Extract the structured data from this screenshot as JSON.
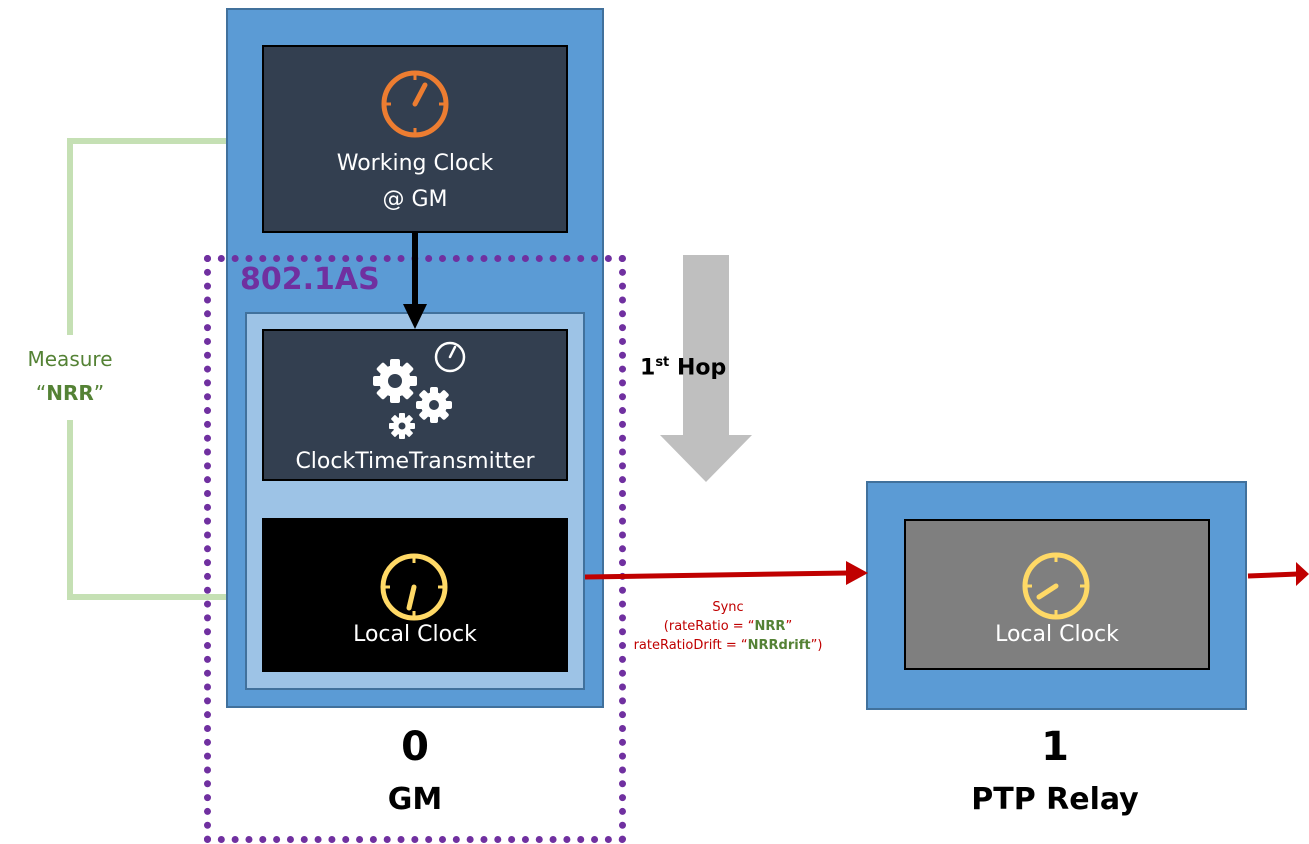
{
  "gm_node": {
    "working_clock": {
      "line1": "Working Clock",
      "line2": "@ GM"
    },
    "protocol_label": "802.1AS",
    "transmitter_label": "ClockTimeTransmitter",
    "local_clock_label": "Local Clock",
    "number": "0",
    "name": "GM"
  },
  "relay_node": {
    "local_clock_label": "Local Clock",
    "number": "1",
    "name": "PTP Relay"
  },
  "measure": {
    "line1": "Measure",
    "quote_open": "“",
    "nrr": "NRR",
    "quote_close": "”"
  },
  "hop": {
    "number": "1",
    "suffix": "st",
    "word": "Hop"
  },
  "sync": {
    "line1": "Sync",
    "line2_prefix": "(rateRatio = “",
    "line2_value": "NRR",
    "line2_suffix": "”",
    "line3_prefix": "rateRatioDrift = “",
    "line3_value": "NRRdrift",
    "line3_suffix": "”)"
  },
  "colors": {
    "node_blue": "#5b9bd5",
    "inner_light_blue": "#9dc3e6",
    "dark_box": "#333f50",
    "clock_orange": "#ed7d31",
    "clock_yellow": "#ffd966",
    "purple_boundary": "#7030a0",
    "measure_green": "#a9d18e",
    "sync_red": "#c00000",
    "hop_arrow_gray": "#bfbfbf"
  }
}
